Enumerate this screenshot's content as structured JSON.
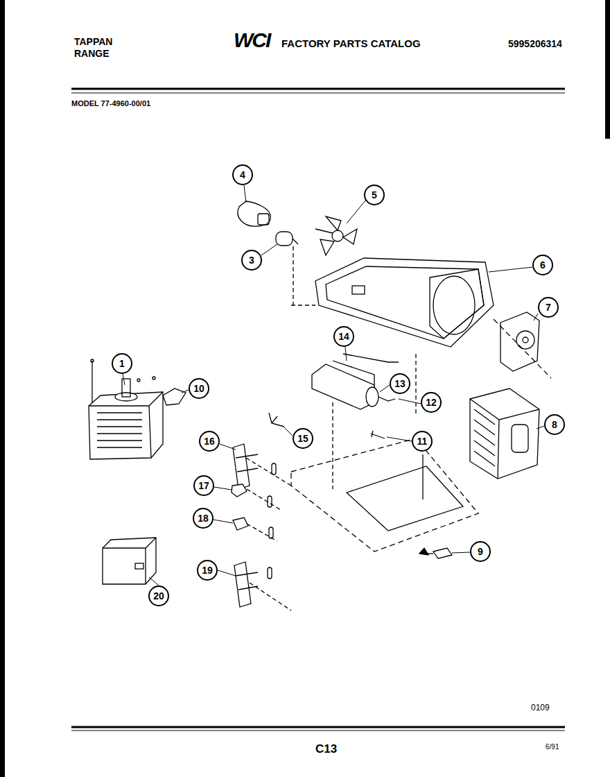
{
  "diagram": {
    "title": "FACTORY PARTS CATALOG",
    "nodes": [
      {
        "text": [
          "4"
        ]
      },
      {
        "text": [
          "5"
        ]
      },
      {
        "text": [
          "3"
        ]
      },
      {
        "text": [
          "6"
        ]
      },
      {
        "text": [
          "7"
        ]
      },
      {
        "text": [
          "14"
        ]
      },
      {
        "text": [
          "1"
        ]
      },
      {
        "text": [
          "10"
        ]
      },
      {
        "text": [
          "13"
        ]
      },
      {
        "text": [
          "12"
        ]
      },
      {
        "text": [
          "11"
        ]
      },
      {
        "text": [
          "8"
        ]
      },
      {
        "text": [
          "15"
        ]
      },
      {
        "text": [
          "16"
        ]
      },
      {
        "text": [
          "17"
        ]
      },
      {
        "text": [
          "18"
        ]
      },
      {
        "text": [
          "9"
        ]
      },
      {
        "text": [
          "19"
        ]
      },
      {
        "text": [
          "20"
        ]
      }
    ],
    "labels": [
      "TAPPAN RANGE",
      "WCI",
      "5995206314",
      "MODEL 77-4960-00/01",
      "0109",
      "C13",
      "6/91"
    ]
  }
}
